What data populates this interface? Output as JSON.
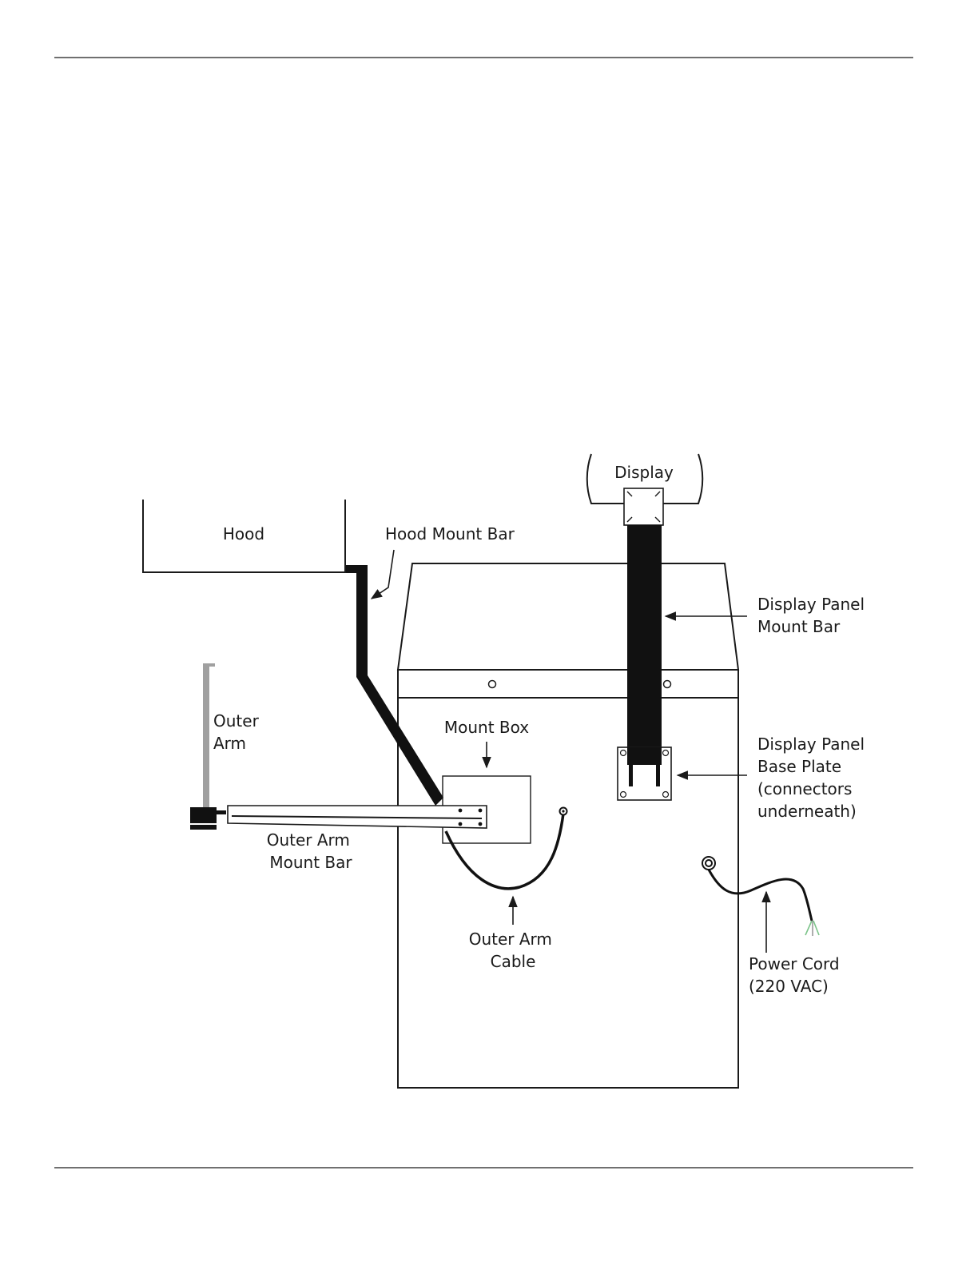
{
  "labels": {
    "display": "Display",
    "hood": "Hood",
    "hood_mount_bar": "Hood Mount Bar",
    "display_panel_mount_bar": [
      "Display Panel",
      "Mount Bar"
    ],
    "outer_arm": [
      "Outer",
      "Arm"
    ],
    "mount_box": "Mount Box",
    "display_panel_base_plate": [
      "Display Panel",
      "Base Plate",
      "(connectors",
      "underneath)"
    ],
    "outer_arm_mount_bar": [
      "Outer Arm",
      "Mount Bar"
    ],
    "outer_arm_cable": [
      "Outer Arm",
      "Cable"
    ],
    "power_cord": [
      "Power Cord",
      "(220 VAC)"
    ]
  },
  "colors": {
    "line": "#1a1a1a",
    "outer_arm_pole": "#a0a0a0",
    "power_wire_1": "#7cc48a",
    "power_wire_2": "#9a9a9a"
  }
}
